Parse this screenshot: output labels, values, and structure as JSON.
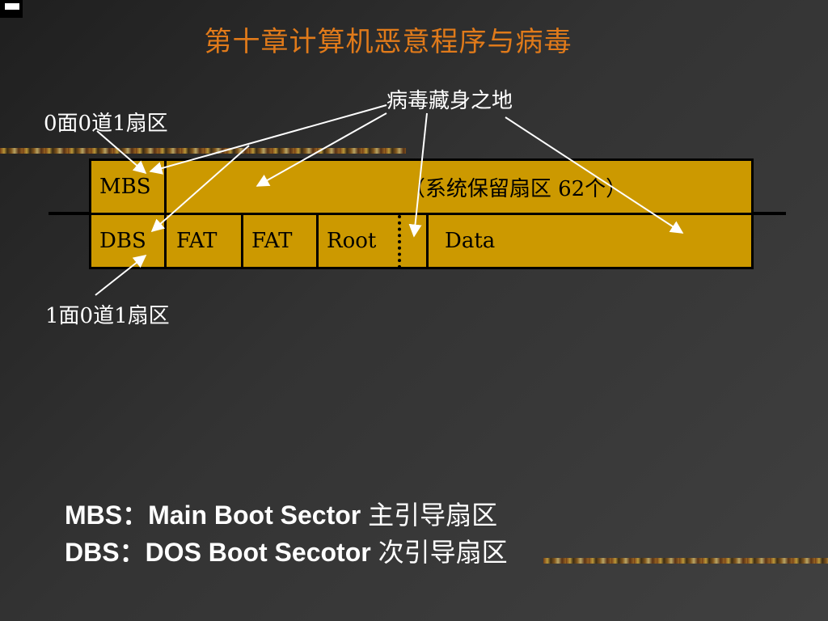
{
  "slide": {
    "title": "第十章计算机恶意程序与病毒"
  },
  "labels": {
    "virus_location": "病毒藏身之地",
    "sector_0": "0面0道1扇区",
    "sector_1": "1面0道1扇区"
  },
  "disk_layout": {
    "row1": {
      "mbs": "MBS",
      "reserved": "（系统保留扇区 62个）"
    },
    "row2": [
      "DBS",
      "FAT",
      "FAT",
      "Root",
      "",
      "Data"
    ]
  },
  "legend": [
    {
      "abbr": "MBS：Main Boot Sector",
      "cn": "主引导扇区"
    },
    {
      "abbr": "DBS：DOS Boot Secotor",
      "cn": "次引导扇区"
    }
  ],
  "colors": {
    "title": "#e07a1a",
    "cell_fill": "#cc9900",
    "text_light": "#ffffff"
  }
}
